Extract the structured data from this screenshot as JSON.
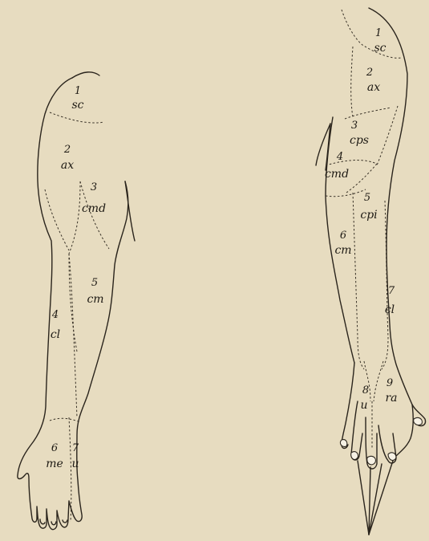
{
  "background_color": "#e7dcc0",
  "ink_color": "#2a241c",
  "left_arm": {
    "zones": [
      {
        "number": "1",
        "abbr": "sc"
      },
      {
        "number": "2",
        "abbr": "ax"
      },
      {
        "number": "3",
        "abbr": "cmd"
      },
      {
        "number": "4",
        "abbr": "cl"
      },
      {
        "number": "5",
        "abbr": "cm"
      },
      {
        "number": "6",
        "abbr": "me"
      },
      {
        "number": "7",
        "abbr": "u"
      }
    ]
  },
  "right_arm": {
    "zones": [
      {
        "number": "1",
        "abbr": "sc"
      },
      {
        "number": "2",
        "abbr": "ax"
      },
      {
        "number": "3",
        "abbr": "cps"
      },
      {
        "number": "4",
        "abbr": "cmd"
      },
      {
        "number": "5",
        "abbr": "cpi"
      },
      {
        "number": "6",
        "abbr": "cm"
      },
      {
        "number": "7",
        "abbr": "cl"
      },
      {
        "number": "8",
        "abbr": "u"
      },
      {
        "number": "9",
        "abbr": "ra"
      }
    ]
  }
}
